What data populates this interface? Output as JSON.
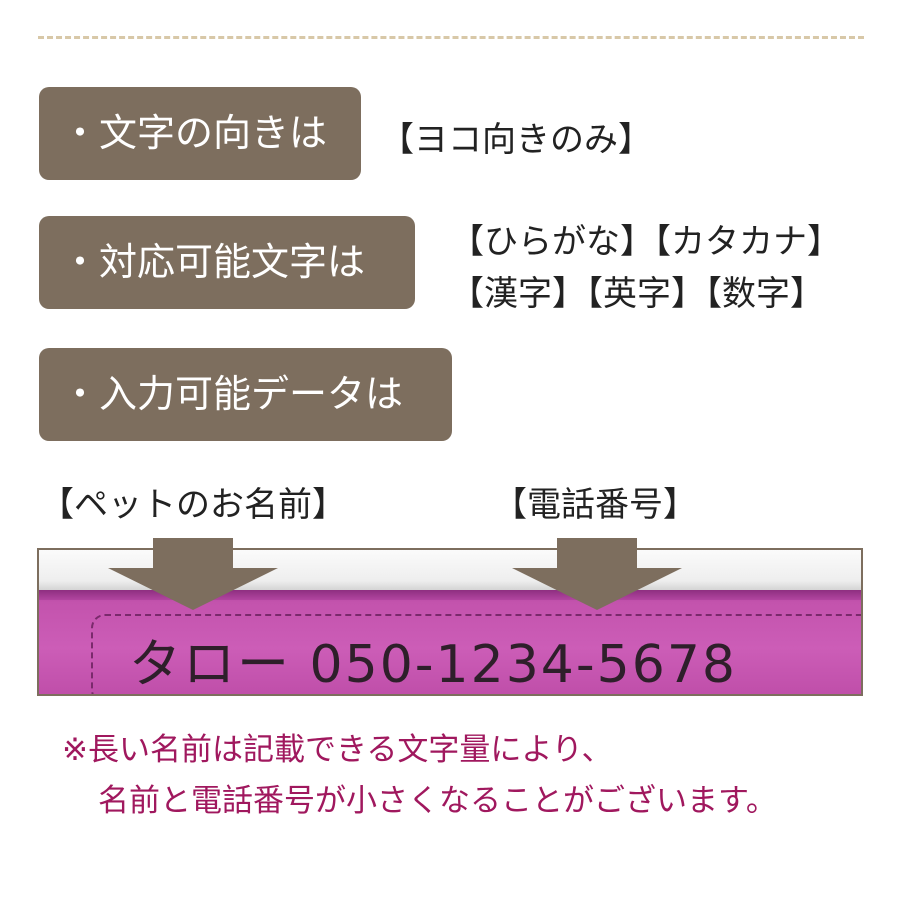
{
  "sections": [
    {
      "label": "・文字の向きは",
      "value": "【ヨコ向きのみ】"
    },
    {
      "label": "・対応可能文字は",
      "value_lines": [
        "【ひらがな】【カタカナ】",
        "【漢字】【英字】【数字】"
      ]
    },
    {
      "label": "・入力可能データは"
    }
  ],
  "captions": {
    "pet": "【ペットのお名前】",
    "phone": "【電話番号】"
  },
  "collar": {
    "engraving": "タロー  050-1234-5678"
  },
  "note": {
    "line1": "※長い名前は記載できる文字量により、",
    "line2": "名前と電話番号が小さくなることがございます。"
  },
  "colors": {
    "label_bg": "#7d6e5e",
    "note_text": "#a0185e",
    "collar_strap": "#c353ad",
    "divider": "#d8c8a8"
  }
}
